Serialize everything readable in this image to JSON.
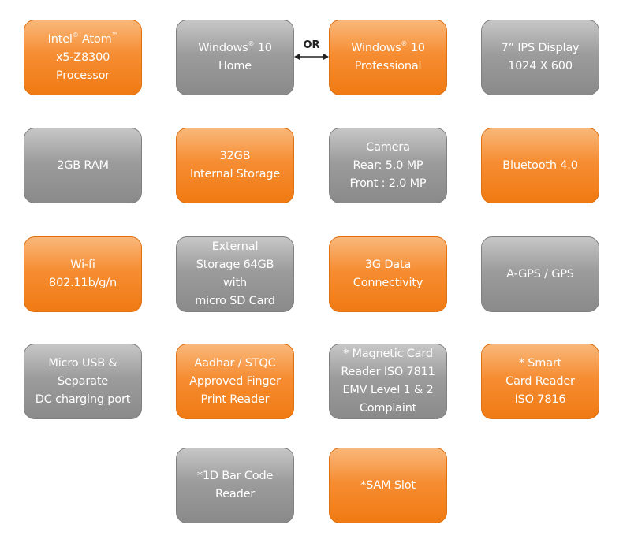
{
  "palette": {
    "orange": "#f68d33",
    "gray": "#9c9c9c",
    "text": "#ffffff",
    "connector": "#222222"
  },
  "connector_label": "OR",
  "tiles": {
    "processor": {
      "color": "orange",
      "lines": [
        "Intel® Atom™",
        "x5-Z8300",
        "Processor"
      ]
    },
    "windows_home": {
      "color": "gray",
      "lines": [
        "Windows® 10",
        "Home"
      ]
    },
    "windows_pro": {
      "color": "orange",
      "lines": [
        "Windows® 10",
        "Professional"
      ]
    },
    "display": {
      "color": "gray",
      "lines": [
        "7” IPS Display",
        "1024 X 600"
      ]
    },
    "ram": {
      "color": "gray",
      "lines": [
        "2GB RAM"
      ]
    },
    "storage": {
      "color": "orange",
      "lines": [
        "32GB",
        "Internal Storage"
      ]
    },
    "camera": {
      "color": "gray",
      "lines": [
        "Camera",
        "Rear: 5.0 MP",
        "Front : 2.0 MP"
      ]
    },
    "bluetooth": {
      "color": "orange",
      "lines": [
        "Bluetooth 4.0"
      ]
    },
    "wifi": {
      "color": "orange",
      "lines": [
        "Wi-fi",
        "802.11b/g/n"
      ]
    },
    "external_storage": {
      "color": "gray",
      "lines": [
        "External",
        "Storage 64GB",
        "with",
        "micro SD Card"
      ]
    },
    "data_connectivity": {
      "color": "orange",
      "lines": [
        "3G Data",
        "Connectivity"
      ]
    },
    "gps": {
      "color": "gray",
      "lines": [
        "A-GPS / GPS"
      ]
    },
    "usb": {
      "color": "gray",
      "lines": [
        "Micro USB &",
        "Separate",
        "DC charging port"
      ]
    },
    "fingerprint": {
      "color": "orange",
      "lines": [
        "Aadhar / STQC",
        "Approved Finger",
        "Print Reader"
      ]
    },
    "magnetic_card": {
      "color": "gray",
      "lines": [
        "* Magnetic Card",
        "Reader ISO 7811",
        "EMV Level 1 & 2",
        "Complaint"
      ]
    },
    "smart_card": {
      "color": "orange",
      "lines": [
        "* Smart",
        "Card Reader",
        "ISO 7816"
      ]
    },
    "barcode": {
      "color": "gray",
      "lines": [
        "*1D Bar Code",
        "Reader"
      ]
    },
    "sam_slot": {
      "color": "orange",
      "lines": [
        "*SAM Slot"
      ]
    }
  }
}
